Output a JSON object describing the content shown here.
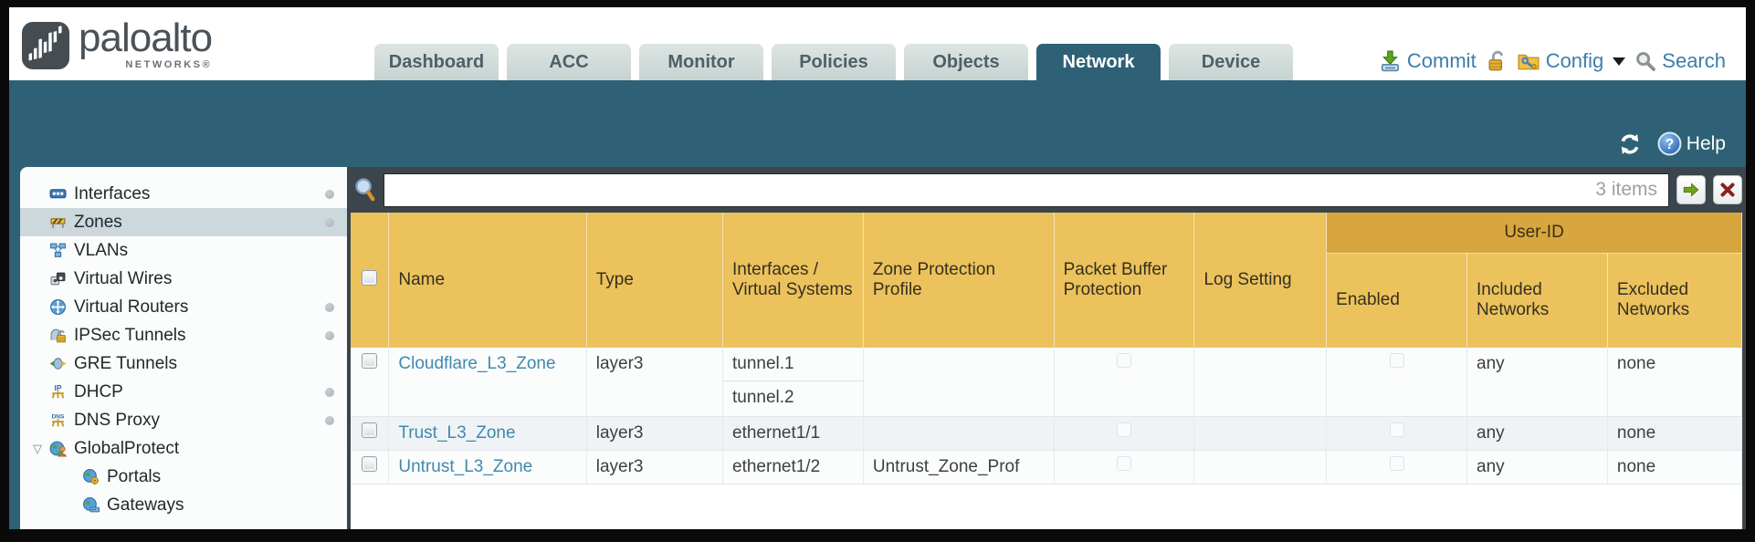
{
  "header": {
    "logo": {
      "brand": "paloalto",
      "sub": "NETWORKS®"
    },
    "tabs": [
      {
        "label": "Dashboard",
        "active": false
      },
      {
        "label": "ACC",
        "active": false
      },
      {
        "label": "Monitor",
        "active": false
      },
      {
        "label": "Policies",
        "active": false
      },
      {
        "label": "Objects",
        "active": false
      },
      {
        "label": "Network",
        "active": true
      },
      {
        "label": "Device",
        "active": false
      }
    ],
    "utils": {
      "commit": "Commit",
      "config": "Config",
      "search": "Search"
    }
  },
  "band": {
    "help": "Help"
  },
  "sidebar": {
    "items": [
      {
        "label": "Interfaces",
        "icon": "interfaces-icon",
        "dot": true
      },
      {
        "label": "Zones",
        "icon": "zones-icon",
        "dot": true,
        "selected": true
      },
      {
        "label": "VLANs",
        "icon": "vlans-icon",
        "dot": false
      },
      {
        "label": "Virtual Wires",
        "icon": "virtual-wires-icon",
        "dot": false
      },
      {
        "label": "Virtual Routers",
        "icon": "virtual-routers-icon",
        "dot": true
      },
      {
        "label": "IPSec Tunnels",
        "icon": "ipsec-tunnels-icon",
        "dot": true
      },
      {
        "label": "GRE Tunnels",
        "icon": "gre-tunnels-icon",
        "dot": false
      },
      {
        "label": "DHCP",
        "icon": "dhcp-icon",
        "dot": true
      },
      {
        "label": "DNS Proxy",
        "icon": "dns-proxy-icon",
        "dot": true
      },
      {
        "label": "GlobalProtect",
        "icon": "globalprotect-icon",
        "dot": false,
        "expanded": true
      },
      {
        "label": "Portals",
        "icon": "portals-icon",
        "dot": false,
        "child": true
      },
      {
        "label": "Gateways",
        "icon": "gateways-icon",
        "dot": false,
        "child": true
      }
    ]
  },
  "toolbar": {
    "search_value": "",
    "items_count": "3 items"
  },
  "table": {
    "columns": {
      "name": "Name",
      "type": "Type",
      "interfaces": "Interfaces / Virtual Systems",
      "zpp": "Zone Protection Profile",
      "pbp": "Packet Buffer Protection",
      "log": "Log Setting",
      "enabled": "Enabled",
      "included": "Included Networks",
      "excluded": "Excluded Networks",
      "group": "User-ID"
    },
    "rows": [
      {
        "name": "Cloudflare_L3_Zone",
        "type": "layer3",
        "interfaces": [
          "tunnel.1",
          "tunnel.2"
        ],
        "zone_protection_profile": "",
        "log_setting": "",
        "included_networks": "any",
        "excluded_networks": "none"
      },
      {
        "name": "Trust_L3_Zone",
        "type": "layer3",
        "interfaces": [
          "ethernet1/1"
        ],
        "zone_protection_profile": "",
        "log_setting": "",
        "included_networks": "any",
        "excluded_networks": "none"
      },
      {
        "name": "Untrust_L3_Zone",
        "type": "layer3",
        "interfaces": [
          "ethernet1/2"
        ],
        "zone_protection_profile": "Untrust_Zone_Prof",
        "log_setting": "",
        "included_networks": "any",
        "excluded_networks": "none"
      }
    ]
  },
  "colors": {
    "teal_band": "#2e6175",
    "slate_panel": "#3c444c",
    "table_header": "#ecc25d",
    "table_group_header": "#d8a63e",
    "link_blue": "#4189ae",
    "util_blue": "#3b7fab",
    "selected_row": "#ccd8dc"
  }
}
